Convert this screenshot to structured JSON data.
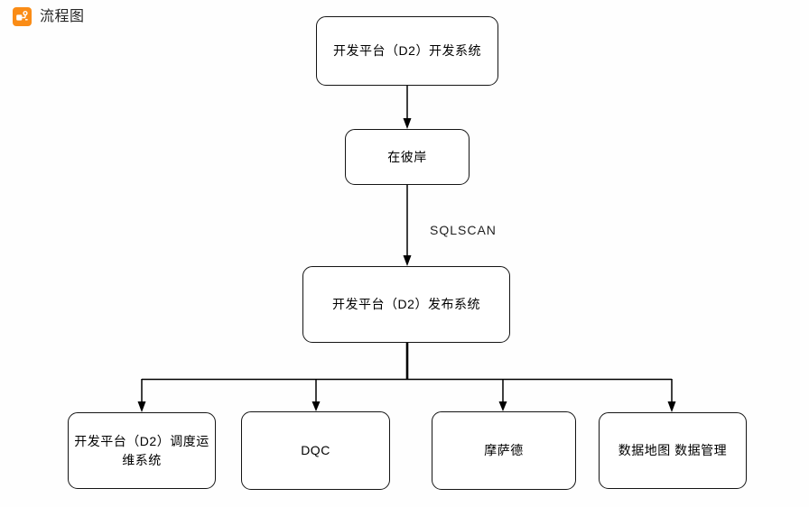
{
  "header": {
    "title": "流程图",
    "icon": "flowchart-icon",
    "icon_color": "#FA8C16"
  },
  "canvas": {
    "background": "#fefefe",
    "line_color": "#000000",
    "node_border_color": "#141414",
    "node_fill": "#ffffff"
  },
  "nodes": {
    "dev_system": {
      "label": "开发平台（D2）开发系统"
    },
    "zaibian": {
      "label": "在彼岸"
    },
    "publish_system": {
      "label": "开发平台（D2）发布系统"
    },
    "scheduler": {
      "label": "开发平台（D2）调度运维系统"
    },
    "dqc": {
      "label": "DQC"
    },
    "mosade": {
      "label": "摩萨德"
    },
    "datamap": {
      "label": "数据地图 数据管理"
    }
  },
  "edges": {
    "sqlscan_label": "SQLSCAN"
  }
}
